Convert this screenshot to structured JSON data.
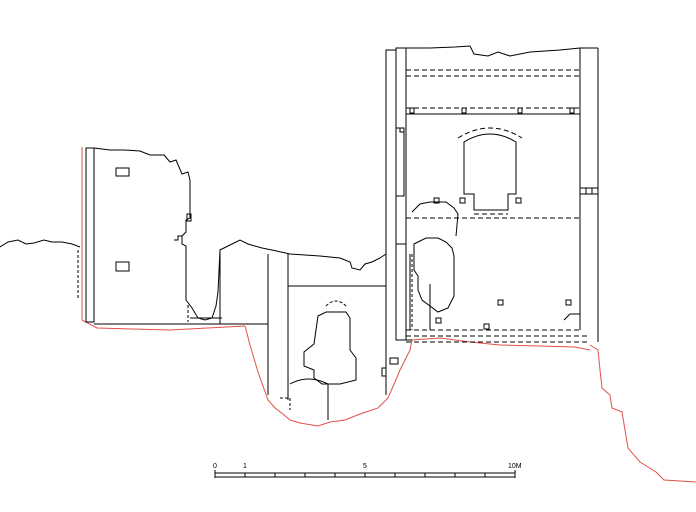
{
  "drawing": {
    "colors": {
      "linework": "#000000",
      "ground_line": "#e2504a",
      "background": "#ffffff"
    }
  },
  "scale_bar": {
    "tick_labels": [
      "0",
      "1",
      "5",
      "10M"
    ],
    "tick_values_m": [
      0,
      1,
      2,
      3,
      4,
      5,
      6,
      7,
      8,
      9,
      10
    ]
  }
}
